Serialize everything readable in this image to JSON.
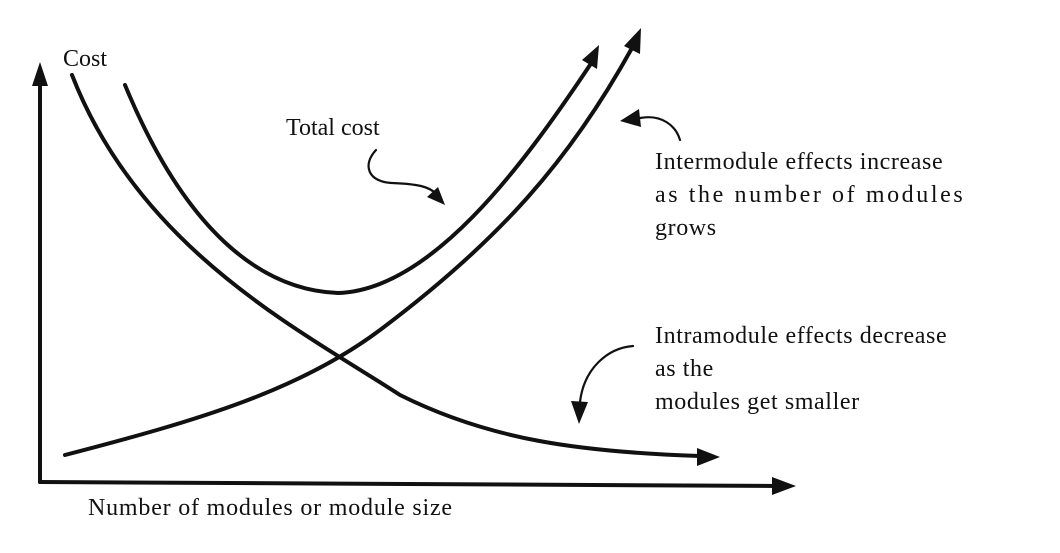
{
  "y_axis_label": "Cost",
  "x_axis_label": "Number of modules or module size",
  "total_cost_label": "Total cost",
  "intermodule_label": {
    "line1": "Intermodule effects increase",
    "line2": "as the number of modules",
    "line3": "grows"
  },
  "intramodule_label": {
    "line1": "Intramodule effects decrease",
    "line2": "as the",
    "line3": "modules get smaller"
  }
}
